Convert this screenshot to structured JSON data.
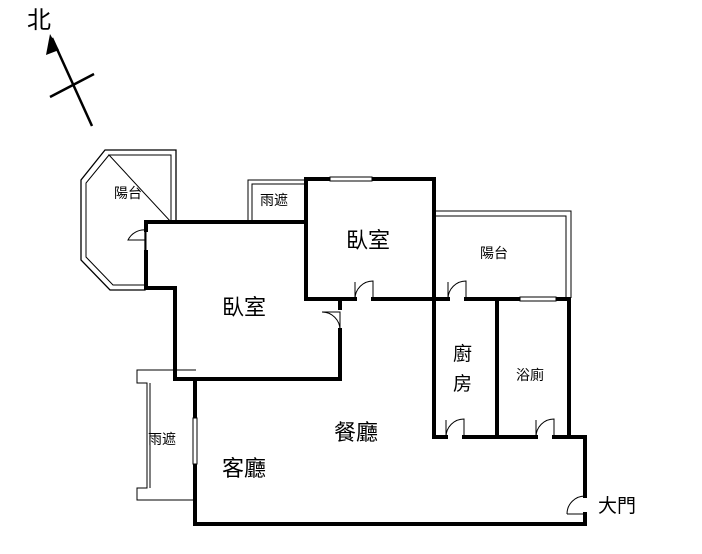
{
  "compass": {
    "label": "北"
  },
  "rooms": {
    "bedroom_main": "臥室",
    "bedroom_second": "臥室",
    "balcony_left": "陽台",
    "balcony_right": "陽台",
    "canopy_top": "雨遮",
    "canopy_left": "雨遮",
    "dining": "餐廳",
    "living": "客廳",
    "kitchen_char1": "廚",
    "kitchen_char2": "房",
    "bathroom": "浴廁",
    "entrance": "大門"
  }
}
